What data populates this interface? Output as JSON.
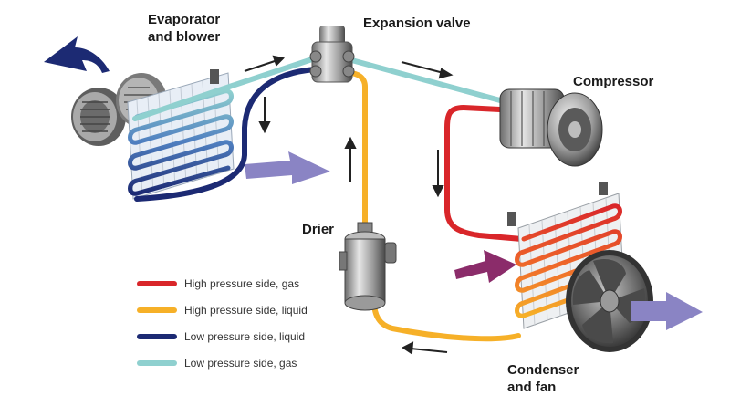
{
  "labels": {
    "evaporator_line1": "Evaporator",
    "evaporator_line2": "and blower",
    "expansion_valve": "Expansion valve",
    "compressor": "Compressor",
    "drier": "Drier",
    "condenser_line1": "Condenser",
    "condenser_line2": "and fan"
  },
  "legend": [
    {
      "label": "High pressure side, gas",
      "color": "#d9262a"
    },
    {
      "label": "High pressure side, liquid",
      "color": "#f6b028"
    },
    {
      "label": "Low pressure side, liquid",
      "color": "#1c2a73"
    },
    {
      "label": "Low pressure side, gas",
      "color": "#8fd0cf"
    }
  ],
  "colors": {
    "high_gas": "#d9262a",
    "high_liquid": "#f6b028",
    "low_liquid": "#1c2a73",
    "low_gas": "#8fd0cf",
    "airflow_in": "#8a84c4",
    "airflow_hot": "#8b2c6a",
    "airflow_out": "#1c2a73"
  }
}
